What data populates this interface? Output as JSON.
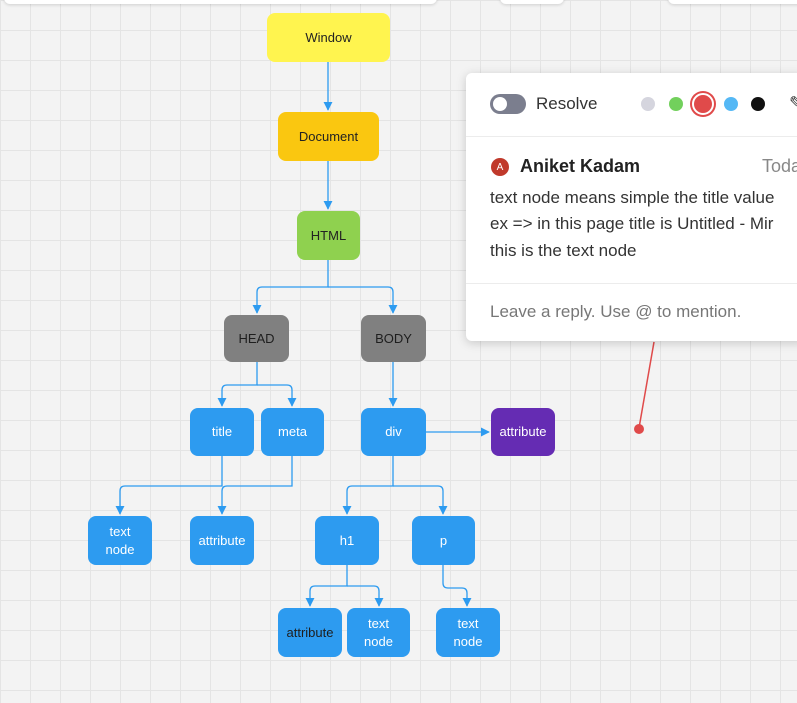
{
  "colors": {
    "window": "#fff44f",
    "document": "#fac710",
    "html": "#8fd14f",
    "head_body": "#808080",
    "blue": "#2d9bf0",
    "attribute_purple": "#652cb3",
    "edge": "#2d9bf0",
    "comment_connector": "#e04a4a"
  },
  "diagram": {
    "window": "Window",
    "document": "Document",
    "html": "HTML",
    "head": "HEAD",
    "body": "BODY",
    "title": "title",
    "meta": "meta",
    "div": "div",
    "div_attribute": "attribute",
    "title_text": "text\nnode",
    "meta_attribute": "attribute",
    "h1": "h1",
    "p": "p",
    "h1_attribute": "attribute",
    "h1_text": "text\nnode",
    "p_text": "text\nnode"
  },
  "comment": {
    "resolve_label": "Resolve",
    "color_options": [
      "#d5d5de",
      "#72d05c",
      "#e04a4a",
      "#55b8f5",
      "#111111"
    ],
    "avatar_initial": "A",
    "author": "Aniket Kadam",
    "timestamp": "Toda",
    "body_lines": [
      "text node means simple the title value",
      "ex => in this page title is Untitled - Mir",
      "this is the text node"
    ],
    "reply_placeholder": "Leave a reply. Use @ to mention."
  }
}
